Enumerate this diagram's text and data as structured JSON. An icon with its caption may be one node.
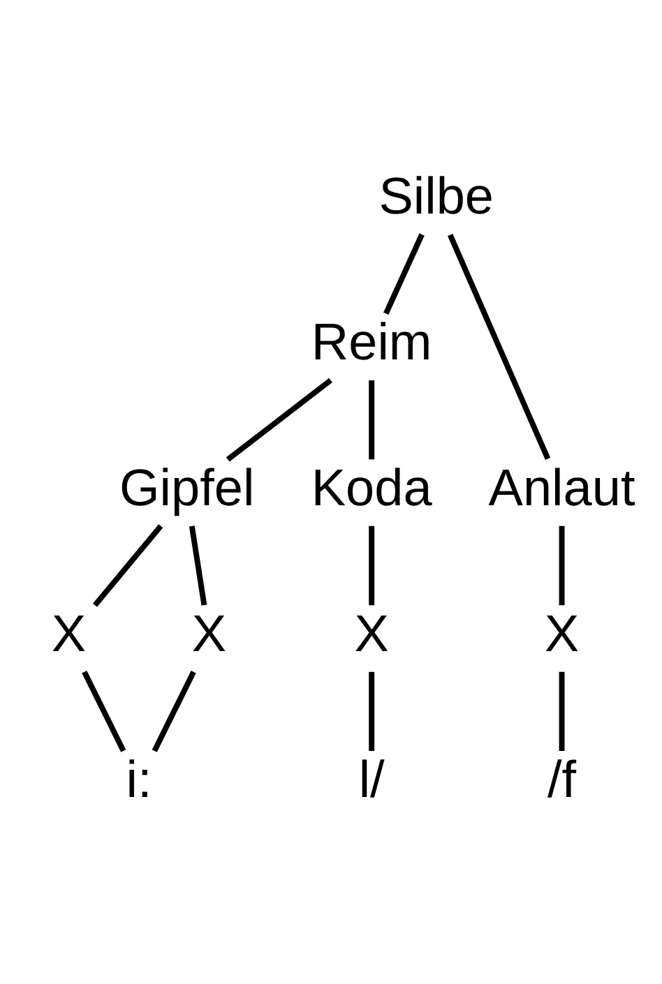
{
  "diagram": {
    "nodes": [
      {
        "text": [
          "Silbe"
        ]
      },
      {
        "text": [
          "Reim"
        ]
      },
      {
        "text": [
          "Anlaut"
        ]
      },
      {
        "text": [
          "Gipfel"
        ]
      },
      {
        "text": [
          "Koda"
        ]
      },
      {
        "text": [
          "X"
        ]
      },
      {
        "text": [
          "X"
        ]
      },
      {
        "text": [
          "X"
        ]
      },
      {
        "text": [
          "X"
        ]
      },
      {
        "text": [
          "/f"
        ]
      },
      {
        "text": [
          "i:"
        ]
      },
      {
        "text": [
          "l/"
        ]
      }
    ],
    "edges": [
      {
        "from": 0,
        "to": 2,
        "arrow": "none"
      },
      {
        "from": 0,
        "to": 1,
        "arrow": "none"
      },
      {
        "from": 1,
        "to": 3,
        "arrow": "none"
      },
      {
        "from": 1,
        "to": 4,
        "arrow": "none"
      },
      {
        "from": 2,
        "to": 5,
        "arrow": "none"
      },
      {
        "from": 3,
        "to": 6,
        "arrow": "none"
      },
      {
        "from": 3,
        "to": 7,
        "arrow": "none"
      },
      {
        "from": 4,
        "to": 8,
        "arrow": "none"
      },
      {
        "from": 5,
        "to": 9,
        "arrow": "none"
      },
      {
        "from": 6,
        "to": 10,
        "arrow": "none"
      },
      {
        "from": 7,
        "to": 10,
        "arrow": "none"
      },
      {
        "from": 8,
        "to": 11,
        "arrow": "none"
      }
    ]
  }
}
